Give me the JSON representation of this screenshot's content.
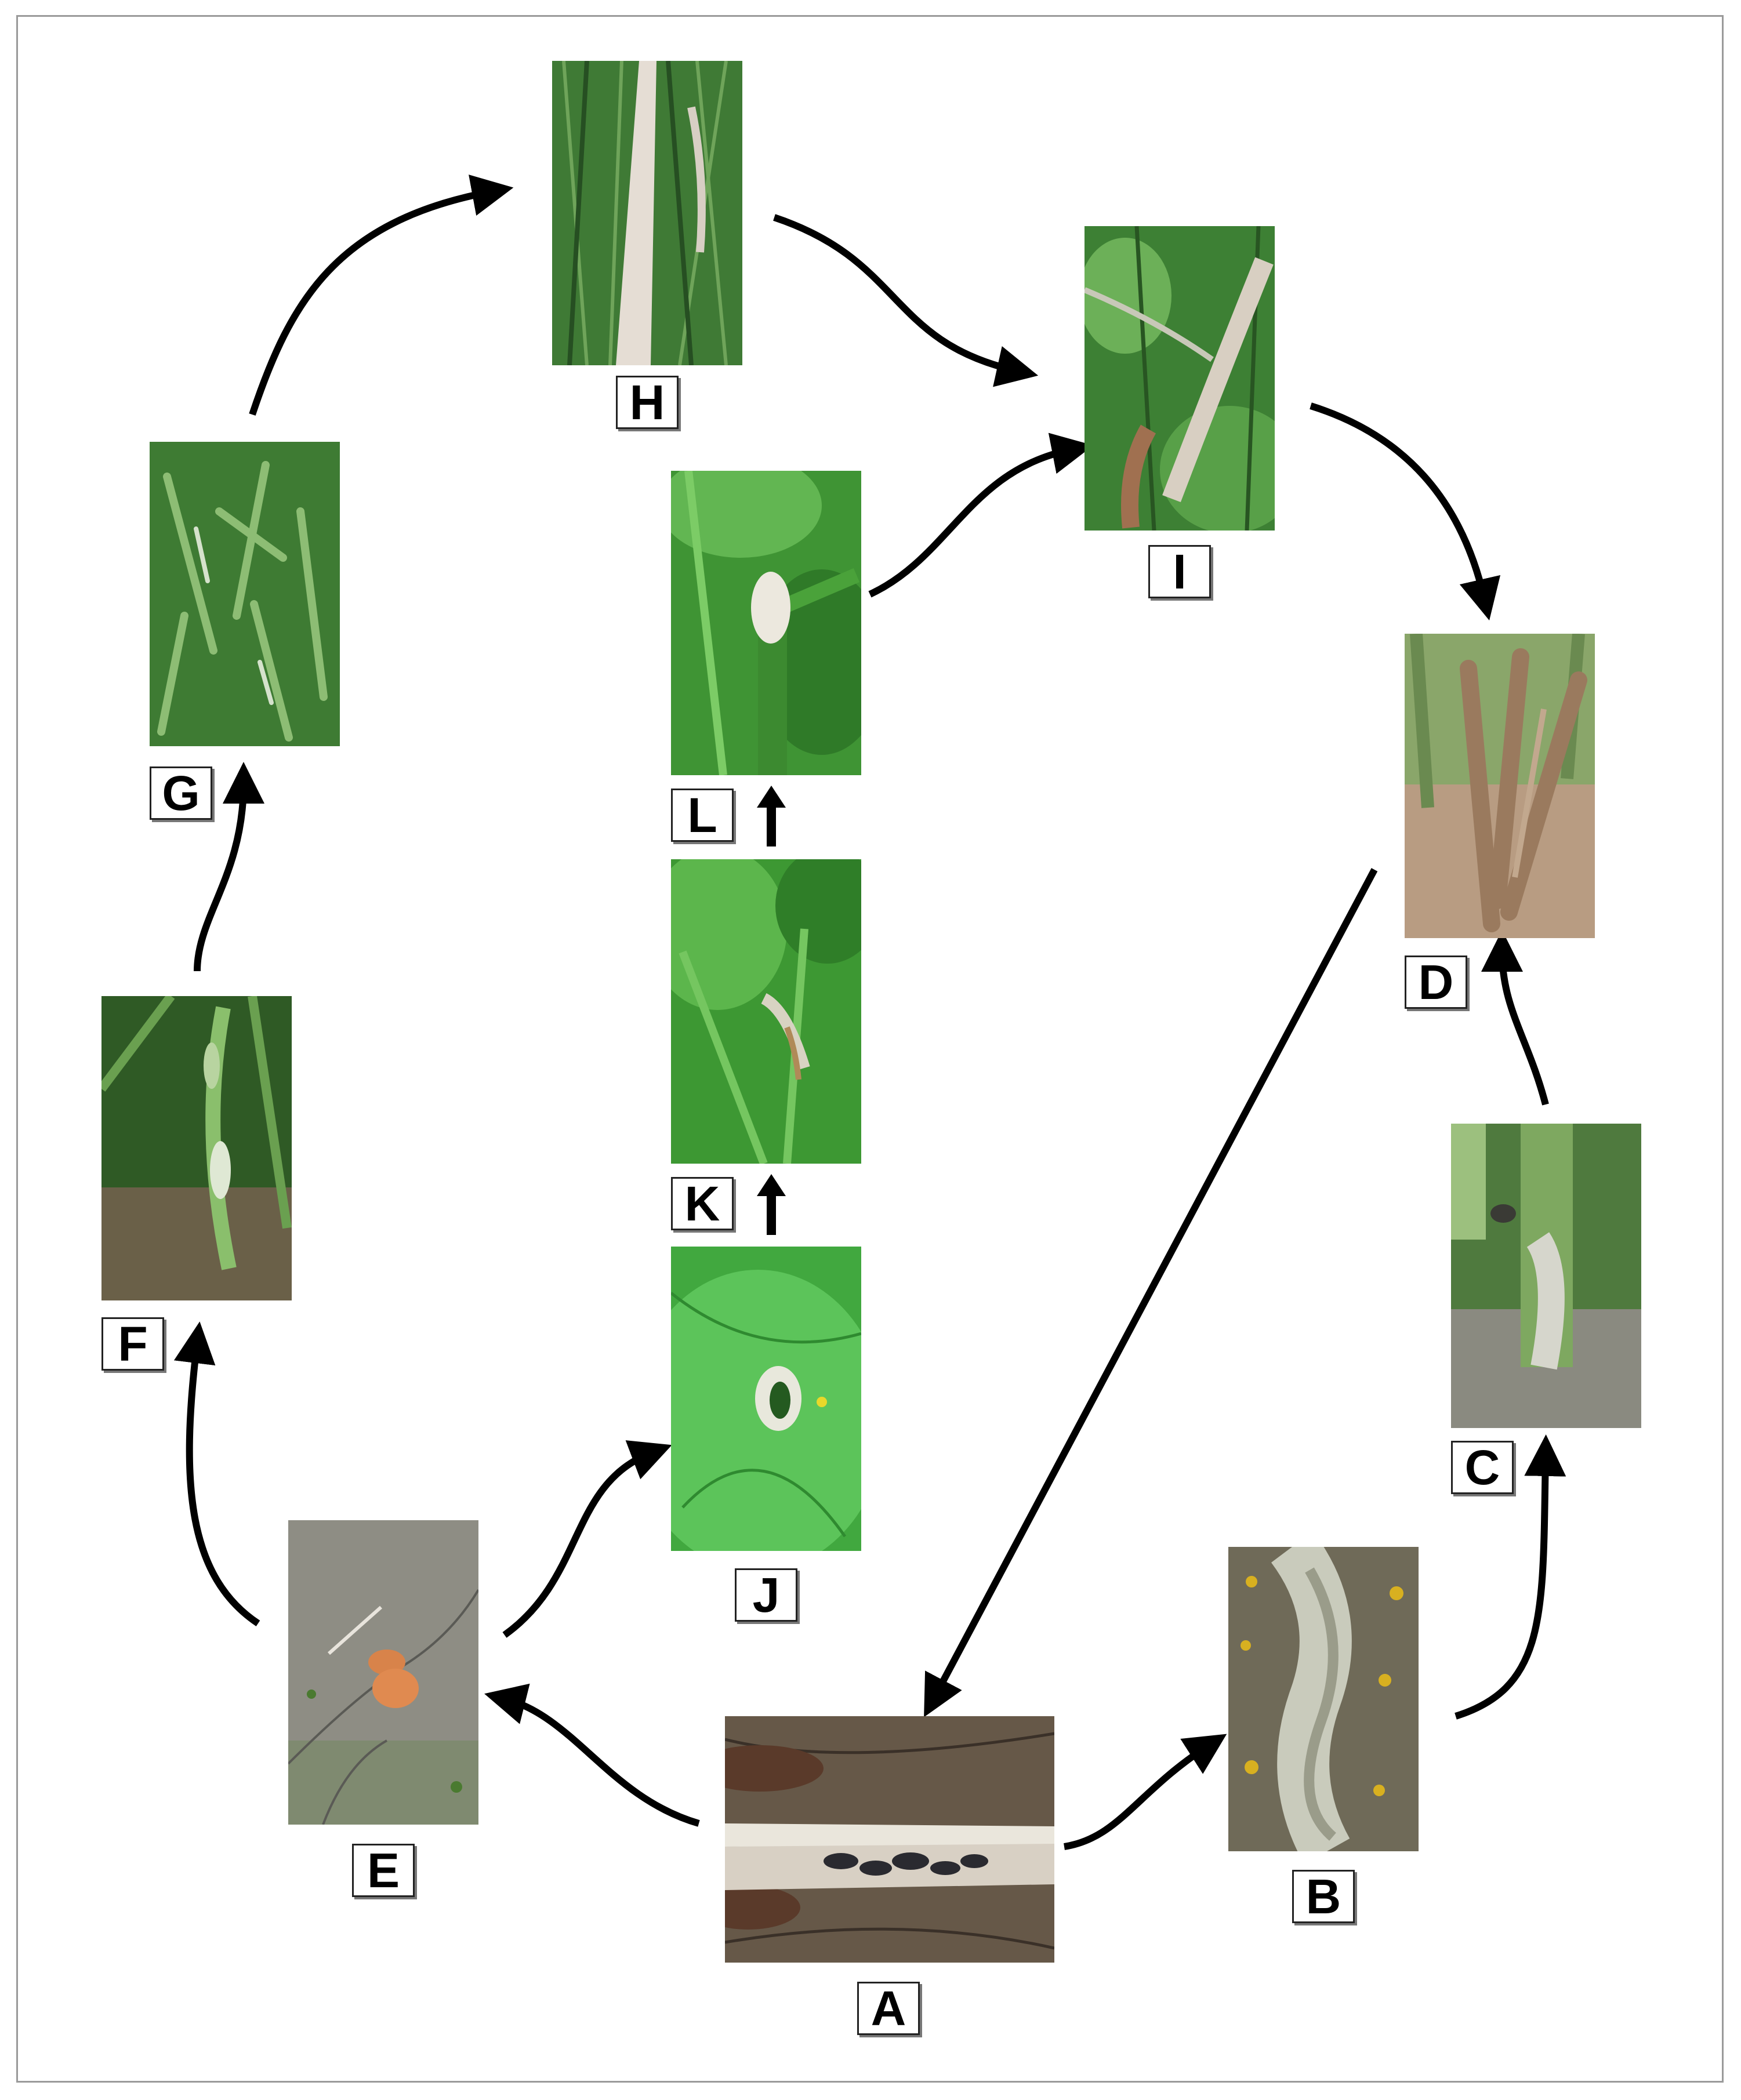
{
  "panels": [
    {
      "id": "A",
      "label": "A",
      "image": "infected-stem-with-sclerotia",
      "colors": [
        "#6a5a4a",
        "#d8d0c4",
        "#2a2a30"
      ]
    },
    {
      "id": "B",
      "label": "B",
      "image": "decaying-stem-with-mycelium",
      "colors": [
        "#7b7360",
        "#c8c8b8",
        "#d8b020"
      ]
    },
    {
      "id": "C",
      "label": "C",
      "image": "stem-base-lesion",
      "colors": [
        "#5a7a50",
        "#d8d8d0",
        "#8a8a80"
      ]
    },
    {
      "id": "D",
      "label": "D",
      "image": "shredded-stems-at-base",
      "colors": [
        "#8a7058",
        "#c0a890",
        "#6a8a50"
      ]
    },
    {
      "id": "E",
      "label": "E",
      "image": "apothecia-on-soil",
      "colors": [
        "#8a8a80",
        "#e08a50",
        "#5a7a40"
      ]
    },
    {
      "id": "F",
      "label": "F",
      "image": "infected-flower-bud",
      "colors": [
        "#2a5a20",
        "#5a8a40",
        "#c8d8b8"
      ]
    },
    {
      "id": "G",
      "label": "G",
      "image": "infected-pods",
      "colors": [
        "#3a7a30",
        "#7aaa60",
        "#c8d8c0"
      ]
    },
    {
      "id": "H",
      "label": "H",
      "image": "bleached-stem",
      "colors": [
        "#3a6a30",
        "#e0d8d0",
        "#7aa060"
      ]
    },
    {
      "id": "I",
      "label": "I",
      "image": "lesion-spreading-on-stem",
      "colors": [
        "#3a7a30",
        "#d0c8b8",
        "#a07050"
      ]
    },
    {
      "id": "J",
      "label": "J",
      "image": "leaf-lesion",
      "colors": [
        "#3aa040",
        "#60c060",
        "#e8e8e0"
      ]
    },
    {
      "id": "K",
      "label": "K",
      "image": "lesion-on-petiole",
      "colors": [
        "#3a9a30",
        "#5ab850",
        "#d8d8c8"
      ]
    },
    {
      "id": "L",
      "label": "L",
      "image": "white-mycelium-on-stem",
      "colors": [
        "#3a9a30",
        "#60b850",
        "#e8e8e0"
      ]
    }
  ]
}
